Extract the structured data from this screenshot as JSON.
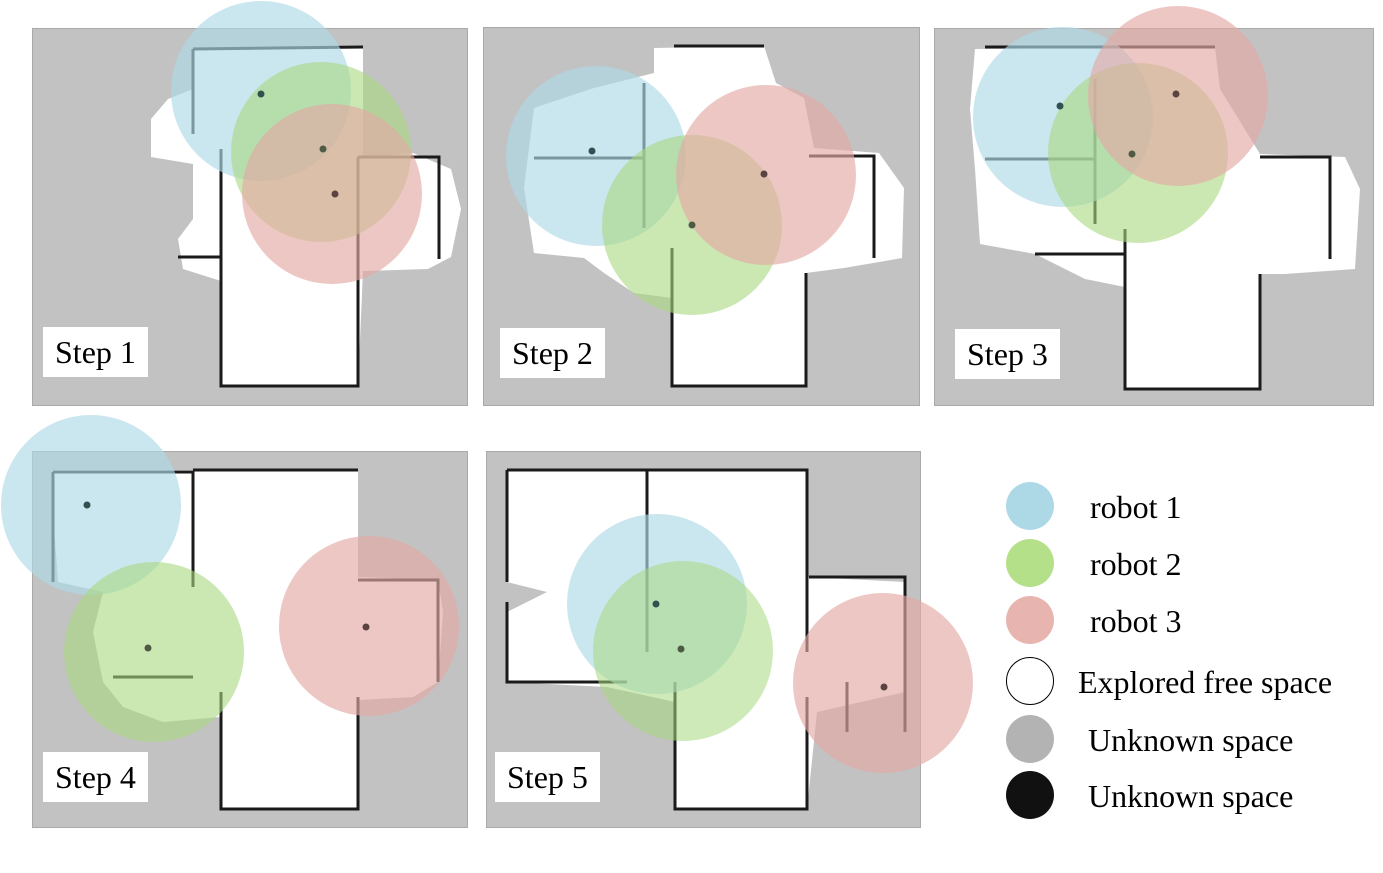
{
  "steps": [
    {
      "label": "Step 1"
    },
    {
      "label": "Step 2"
    },
    {
      "label": "Step 3"
    },
    {
      "label": "Step 4"
    },
    {
      "label": "Step 5"
    }
  ],
  "legend": [
    {
      "label": "robot 1",
      "color": "#add8e6"
    },
    {
      "label": "robot 2",
      "color": "#b5e08a"
    },
    {
      "label": "robot 3",
      "color": "#e8b4b0"
    },
    {
      "label": "Explored free space",
      "color": "#ffffff"
    },
    {
      "label": "Unknown space",
      "color": "#b3b3b3"
    },
    {
      "label": "Unknown space",
      "color": "#111111"
    }
  ],
  "colors": {
    "unknown": "#c2c2c2",
    "free": "#ffffff",
    "wall": "#1a1a1a",
    "robot1": "#add8e6",
    "robot2": "#a8d880",
    "robot3": "#e3a9a5"
  }
}
